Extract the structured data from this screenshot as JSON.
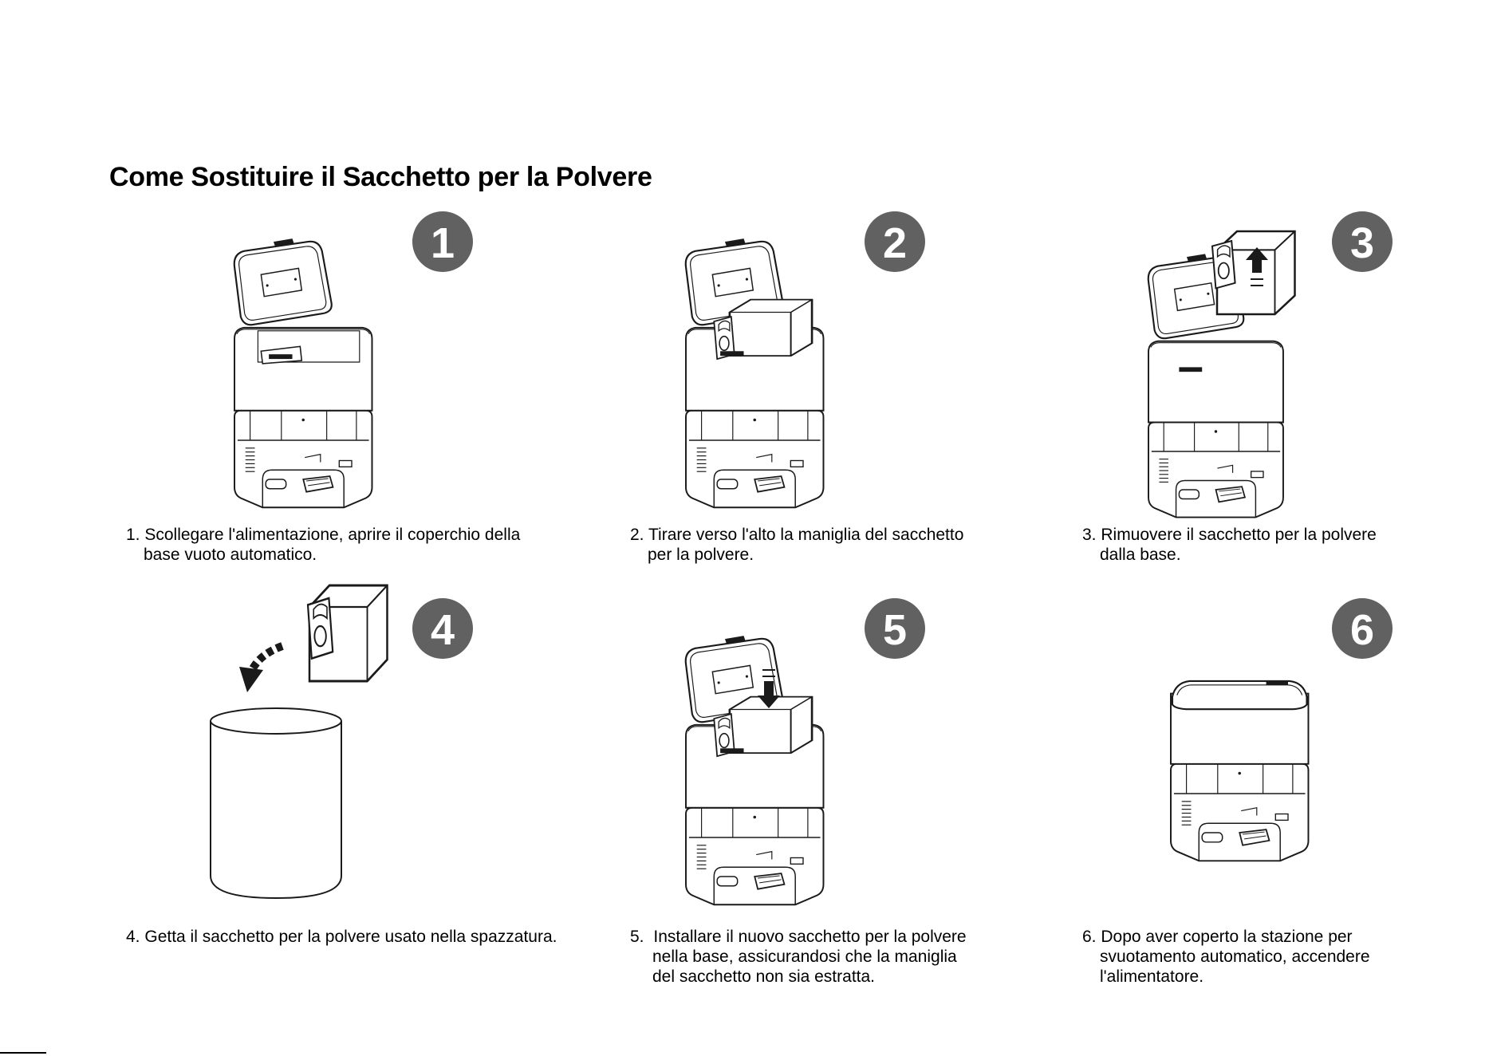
{
  "title": "Come Sostituire il Sacchetto per la Polvere",
  "colors": {
    "badge": "#616161",
    "line": "#1a1a1a",
    "background": "#ffffff"
  },
  "steps": [
    {
      "number": "1",
      "prefix": "1.",
      "line1": "Scollegare l'alimentazione, aprire il coperchio della",
      "line2": "base vuoto automatico.",
      "line3": ""
    },
    {
      "number": "2",
      "prefix": "2.",
      "line1": "Tirare verso l'alto la maniglia del sacchetto",
      "line2": "per la polvere.",
      "line3": ""
    },
    {
      "number": "3",
      "prefix": "3.",
      "line1": "Rimuovere il sacchetto per la polvere",
      "line2": "dalla base.",
      "line3": ""
    },
    {
      "number": "4",
      "prefix": "4.",
      "line1": "Getta il sacchetto per la polvere usato nella spazzatura.",
      "line2": "",
      "line3": ""
    },
    {
      "number": "5",
      "prefix": "5.",
      "line1": "Installare il nuovo sacchetto per la polvere",
      "line2": "nella base, assicurandosi che la maniglia",
      "line3": "del sacchetto non sia estratta."
    },
    {
      "number": "6",
      "prefix": "6.",
      "line1": "Dopo aver coperto la stazione per",
      "line2": "svuotamento automatico, accendere",
      "line3": "l'alimentatore."
    }
  ]
}
